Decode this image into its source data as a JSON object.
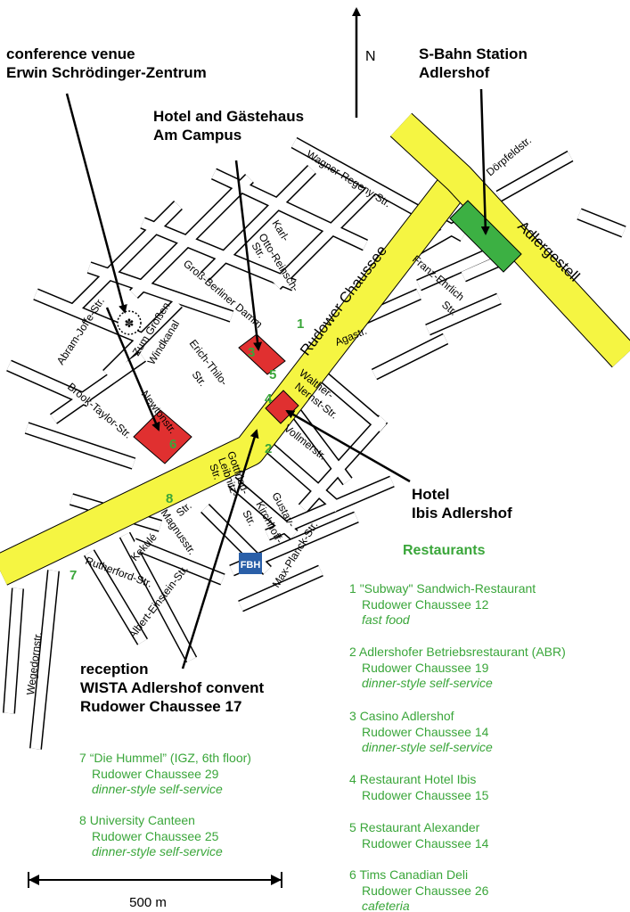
{
  "north": "N",
  "callouts": {
    "venue": [
      "conference venue",
      "Erwin Schrödinger-Zentrum"
    ],
    "hotel_campus": [
      "Hotel and Gästehaus",
      "Am Campus"
    ],
    "sbahn": [
      "S-Bahn Station",
      "Adlershof"
    ],
    "ibis": [
      "Hotel",
      "Ibis Adlershof"
    ],
    "reception": [
      "reception",
      "WISTA Adlershof convent",
      "Rudower Chaussee 17"
    ]
  },
  "roads": {
    "main": "Rudower Chaussee",
    "adlergestell": "Adlergestell"
  },
  "streets": {
    "doerpfeld": "Dörpfeldstr.",
    "wagner": "Wagner-Regeny-Str.",
    "karl1": "Karl-",
    "karl2": "Otto-Reinsch-",
    "karl3": "Str.",
    "gross": "Groß-Berliner Damm",
    "franz1": "Franz-Ehrlich",
    "franz2": "Str.",
    "abram": "Abram-Joffe-Str.",
    "zum1": "Zum Großen",
    "zum2": "Windkanal",
    "erich1": "Erich-Thilo-",
    "erich2": "Str.",
    "agast": "Agastr.",
    "walther1": "Walther-",
    "walther2": "Nernst-Str.",
    "brook": "Brook-Taylor-Str.",
    "newton": "Newtonstr.",
    "voll": "Vollmerstr.",
    "gott1": "Gottfried-",
    "gott2": "Leibnitz-",
    "gott3": "Str.",
    "magnus1": "Str.",
    "magnus2": "Magnusstr.",
    "kekule": "Kekulé",
    "gustav1": "Gustav-",
    "gustav2": "Kirchhoff-",
    "gustav3": "Str.",
    "max": "Max-Planck-Str.",
    "rutherford": "Rutherford-Str.",
    "albert": "Albert-Einstein-Str.",
    "wegedorn": "Wegedornstr."
  },
  "markers": [
    "1",
    "2",
    "3",
    "4",
    "5",
    "6",
    "7",
    "8"
  ],
  "fbh_logo": "FBH",
  "restaurants_heading": "Restaurants",
  "restaurants": [
    {
      "num": "1",
      "name": "\"Subway\" Sandwich-Restaurant",
      "addr": "Rudower Chaussee 12",
      "type": "fast food"
    },
    {
      "num": "2",
      "name": "Adlershofer Betriebsrestaurant (ABR)",
      "addr": "Rudower Chaussee 19",
      "type": "dinner-style self-service"
    },
    {
      "num": "3",
      "name": "Casino Adlershof",
      "addr": "Rudower Chaussee 14",
      "type": "dinner-style self-service"
    },
    {
      "num": "4",
      "name": "Restaurant Hotel Ibis",
      "addr": "Rudower Chaussee 15",
      "type": ""
    },
    {
      "num": "5",
      "name": "Restaurant Alexander",
      "addr": "Rudower Chaussee 14",
      "type": ""
    },
    {
      "num": "6",
      "name": "Tims Canadian Deli",
      "addr": "Rudower Chaussee 26",
      "type": "cafeteria"
    },
    {
      "num": "7",
      "name": "“Die Hummel” (IGZ, 6th floor)",
      "addr": "Rudower Chaussee 29",
      "type": "dinner-style self-service"
    },
    {
      "num": "8",
      "name": "University Canteen",
      "addr": "Rudower Chaussee 25",
      "type": "dinner-style self-service"
    }
  ],
  "scale_label": "500 m",
  "colors": {
    "main_road": "#f5f542",
    "sbahn": "#3cb043",
    "building": "#e03030",
    "text_green": "#3aa63a",
    "fbh": "#2a5fa8"
  }
}
